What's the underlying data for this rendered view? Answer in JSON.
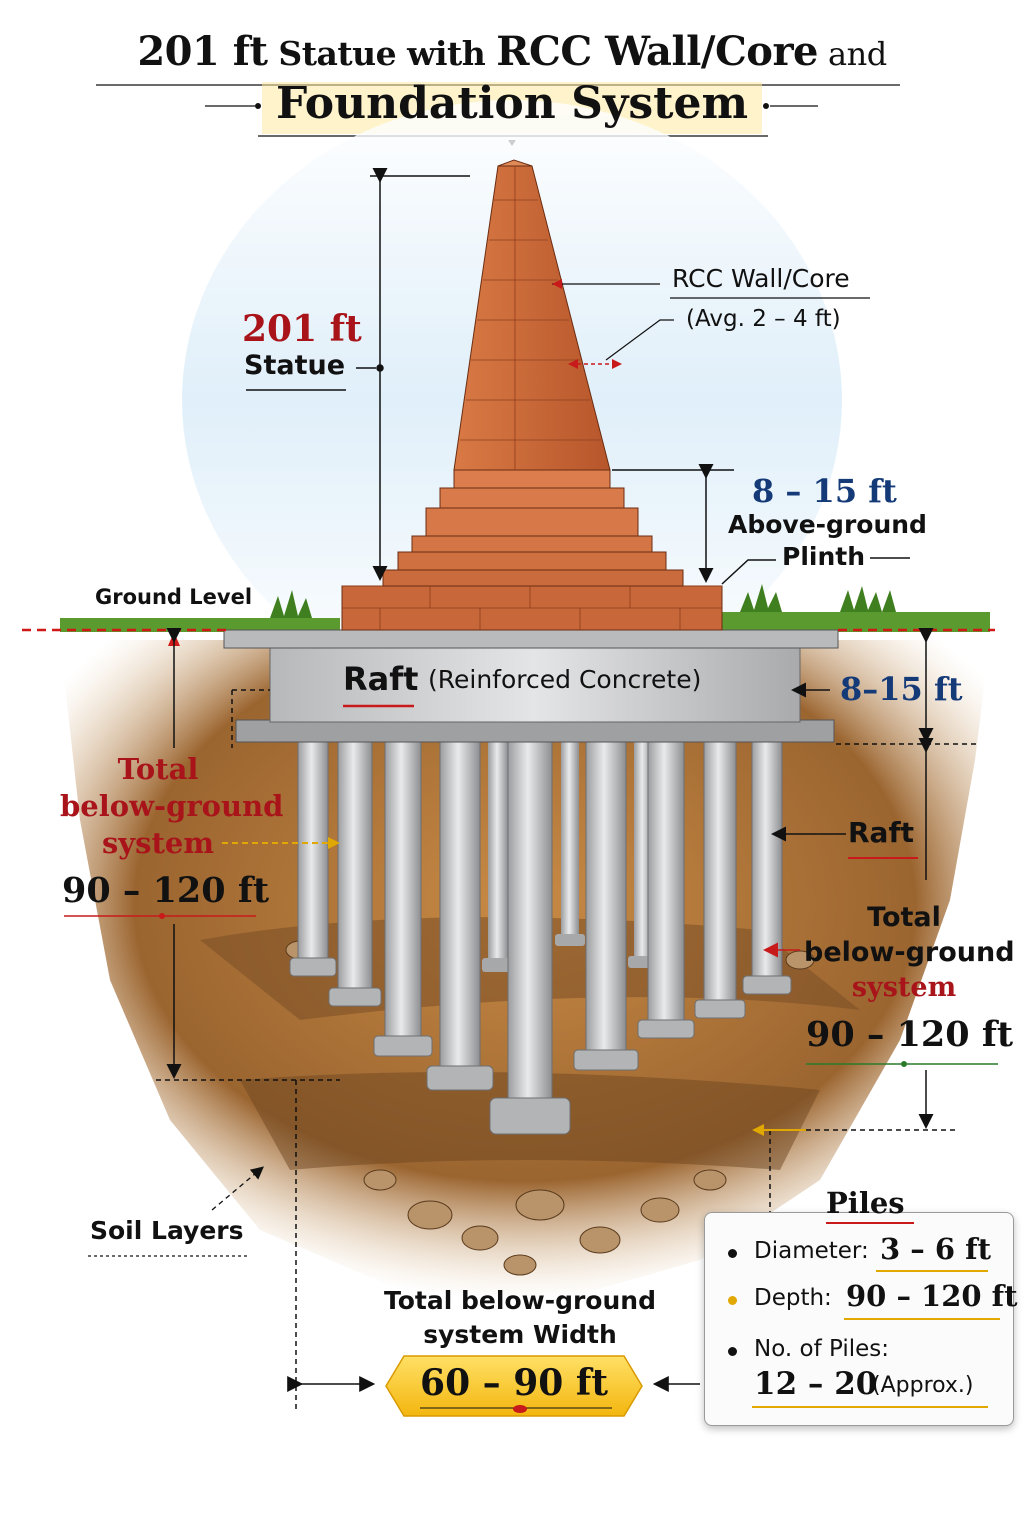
{
  "title": {
    "part1": "201 ft",
    "part2": " Statue with ",
    "part3": "RCC Wall/Core",
    "part4": "and",
    "line2": "Foundation System"
  },
  "statue": {
    "height": "201 ft",
    "label": "Statue"
  },
  "rcc_core": {
    "label": "RCC Wall/Core",
    "thickness": "(Avg. 2 – 4 ft)"
  },
  "plinth": {
    "height": "8 – 15 ft",
    "label_line1": "Above-ground",
    "label_line2": "Plinth"
  },
  "ground_level": "Ground Level",
  "raft": {
    "name": "Raft",
    "desc": "(Reinforced Concrete)",
    "thickness": "8–15 ft",
    "side_label": "Raft"
  },
  "left_depth": {
    "line1": "Total",
    "line2": "below-ground",
    "line3": "system",
    "value": "90 – 120 ft"
  },
  "right_depth": {
    "line1": "Total",
    "line2": "below-ground",
    "line3": "system",
    "value": "90 – 120 ft"
  },
  "soil": "Soil Layers",
  "width": {
    "line1": "Total below-ground",
    "line2": "system Width",
    "value": "60 – 90 ft"
  },
  "piles": {
    "title": "Piles",
    "diameter_label": "Diameter:",
    "diameter_value": "3 – 6 ft",
    "depth_label": "Depth:",
    "depth_value": "90 – 120 ft",
    "count_label": "No. of Piles:",
    "count_value": "12 – 20",
    "count_note": "(Approx.)"
  },
  "colors": {
    "statue": "#c8683a",
    "concrete": "#c9cacc",
    "soil": "#a8733c",
    "accent_red": "#a8141a",
    "accent_navy": "#143a78",
    "badge": "#f6c21a"
  }
}
